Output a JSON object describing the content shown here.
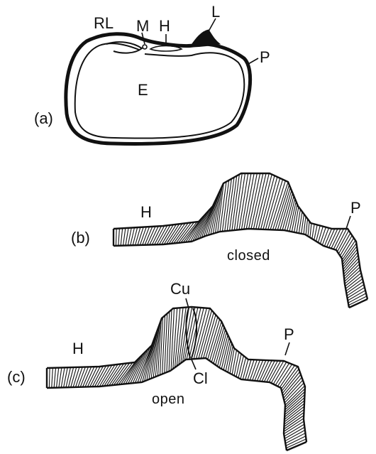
{
  "colors": {
    "ink": "#111111",
    "background": "#ffffff"
  },
  "panel_a": {
    "tag": "(a)",
    "labels": {
      "rl": "RL",
      "m": "M",
      "h": "H",
      "l": "L",
      "p": "P",
      "e": "E"
    }
  },
  "panel_b": {
    "tag": "(b)",
    "labels": {
      "h": "H",
      "p": "P"
    },
    "state": "closed"
  },
  "panel_c": {
    "tag": "(c)",
    "labels": {
      "h": "H",
      "p": "P",
      "cu": "Cu",
      "cl": "Cl"
    },
    "state": "open"
  }
}
